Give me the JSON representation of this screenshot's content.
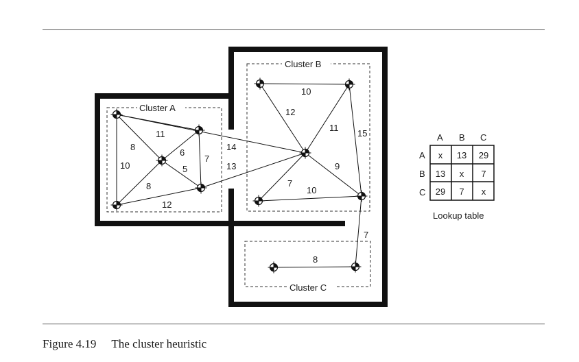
{
  "figure": {
    "clusters": [
      {
        "id": "A",
        "label": "Cluster A"
      },
      {
        "id": "B",
        "label": "Cluster B"
      },
      {
        "id": "C",
        "label": "Cluster C"
      }
    ],
    "edge_weights": {
      "a1_a2": "11",
      "a1_a3": "8",
      "a1_a5": "10",
      "a2_a3": "6",
      "a2_a4": "7",
      "a3_a4": "5",
      "a3_a5": "8",
      "a5_a4": "12",
      "a1_b3": "14",
      "a4_b3": "13",
      "b1_b2": "10",
      "b1_b3": "12",
      "b2_b3": "11",
      "b2_b5": "15",
      "b3_b4": "7",
      "b3_b5": "9",
      "b4_b5": "10",
      "b5_c2": "7",
      "c1_c2": "8"
    }
  },
  "lookup_table": {
    "col_headers": [
      "A",
      "B",
      "C"
    ],
    "row_headers": [
      "A",
      "B",
      "C"
    ],
    "cells": [
      [
        "x",
        "13",
        "29"
      ],
      [
        "13",
        "x",
        "7"
      ],
      [
        "29",
        "7",
        "x"
      ]
    ],
    "caption": "Lookup table"
  },
  "caption": {
    "number": "Figure 4.19",
    "title": "The cluster heuristic"
  }
}
